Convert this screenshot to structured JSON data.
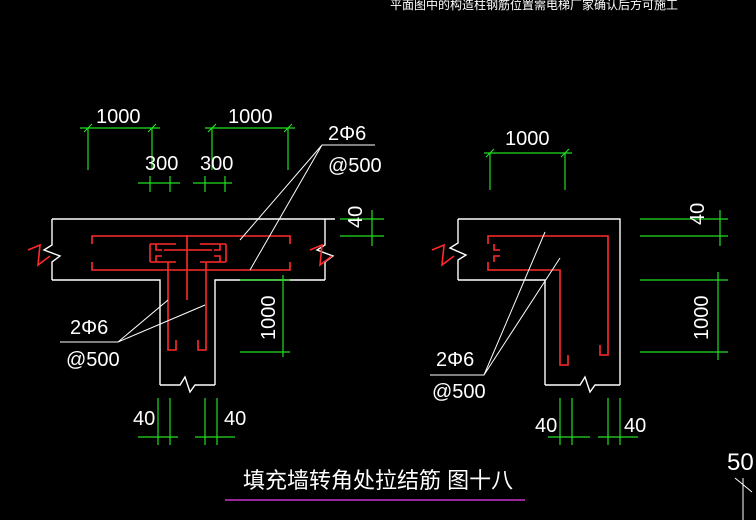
{
  "top_note": "平面图中的构造柱钢筋位置需电梯厂家确认后方可施工",
  "title": "填充墙转角处拉结筋  图十八",
  "page_number": "50",
  "colors": {
    "background": "#000000",
    "wall": "#ffffff",
    "rebar": "#ff2a2a",
    "dimension": "#22dd22",
    "title_underline": "#cc33cc"
  },
  "tee_joint": {
    "dim_top_left": "1000",
    "dim_top_right": "1000",
    "dim_small_left": "300",
    "dim_small_right": "300",
    "dim_cover": "40",
    "dim_vertical": "1000",
    "dim_bottom_left": "40",
    "dim_bottom_right": "40",
    "callout_top": {
      "bars": "2Φ6",
      "spacing": "@500"
    },
    "callout_bottom": {
      "bars": "2Φ6",
      "spacing": "@500"
    }
  },
  "corner_joint": {
    "dim_top": "1000",
    "dim_cover": "40",
    "dim_vertical": "1000",
    "dim_bottom_left": "40",
    "dim_bottom_right": "40",
    "callout": {
      "bars": "2Φ6",
      "spacing": "@500"
    }
  }
}
